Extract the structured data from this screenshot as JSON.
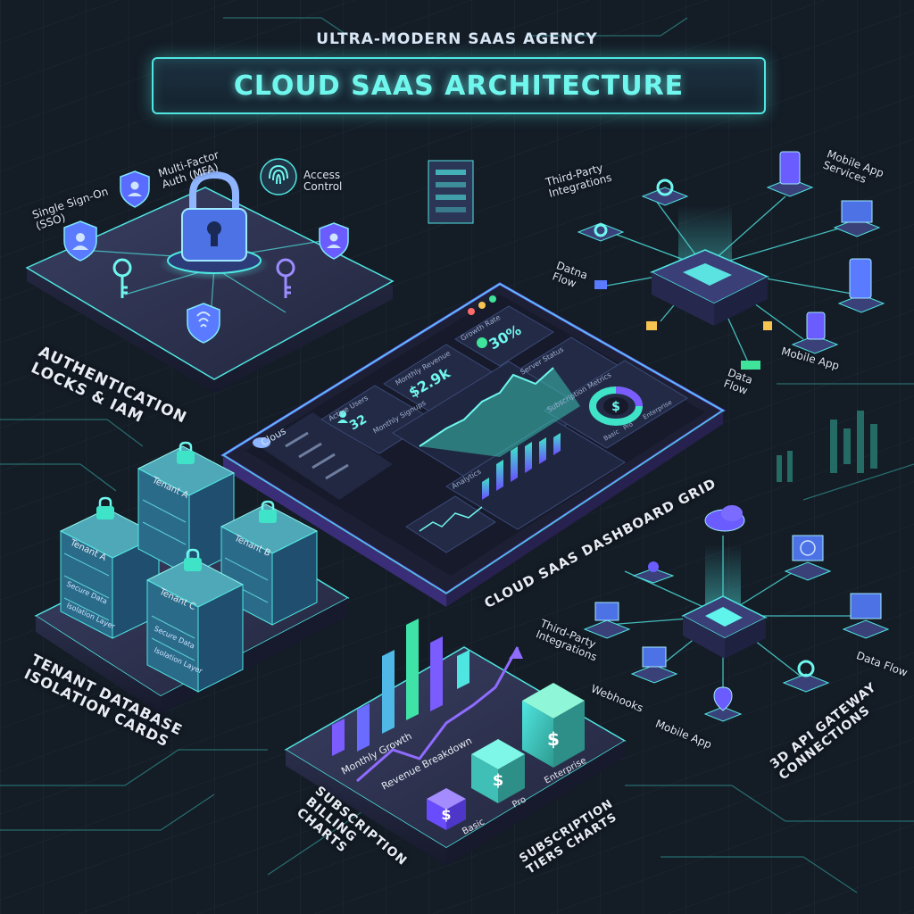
{
  "header": {
    "subtitle": "Ultra-Modern SaaS Agency",
    "title": "Cloud SaaS Architecture"
  },
  "auth": {
    "section_label": "Authentication Locks & IAM",
    "sso": "Single Sign-On (SSO)",
    "mfa": "Multi-Factor Auth (MFA)",
    "access": "Access Control"
  },
  "integrations_top": {
    "third_party": "Third-Party Integrations",
    "mobile_services": "Mobile App Services",
    "data_flow_left": "Datna Flow",
    "data_flow_bottom": "Data Flow",
    "mobile_app": "Mobile App"
  },
  "dashboard": {
    "section_label": "Cloud SaaS Dashboard Grid",
    "brand": "Clous",
    "active_users_label": "Active Users",
    "active_users_value": "32",
    "revenue_label": "Monthly Revenue",
    "revenue_value": "$2.9k",
    "growth_label": "Growth Rate",
    "growth_value": "30%",
    "usage_label": "Monthly Signups",
    "analytics_label": "Analytics",
    "server_label": "Server Status",
    "billing_label": "Subscription Metrics",
    "legend": [
      "Basic",
      "Pro",
      "Enterprise"
    ]
  },
  "tenants": {
    "section_label": "Tenant Database Isolation Cards",
    "tenant_a": "Tenant A",
    "tenant_a_top": "Tenant A",
    "tenant_b": "Tenant B",
    "tenant_c": "Tenant C",
    "secure_data": "Secure Data",
    "isolation_layer": "Isolation Layer"
  },
  "billing": {
    "section_label": "Subscription Billing Charts",
    "monthly_growth": "Monthly Growth",
    "revenue_breakdown": "Revenue Breakdown",
    "tiers_label": "Subscription Tiers Charts",
    "basic": "Basic",
    "pro": "Pro",
    "enterprise": "Enterprise"
  },
  "gateway": {
    "section_label": "3D API Gateway Connections",
    "third_party": "Third-Party Integrations",
    "webhooks": "Webhooks",
    "mobile_app": "Mobile App",
    "data_flow": "Data Flow"
  },
  "colors": {
    "background": "#141c26",
    "cyan": "#4fe6e1",
    "purple": "#7b5cff",
    "platform": "#2a2f4a",
    "green": "#3fe39a"
  }
}
